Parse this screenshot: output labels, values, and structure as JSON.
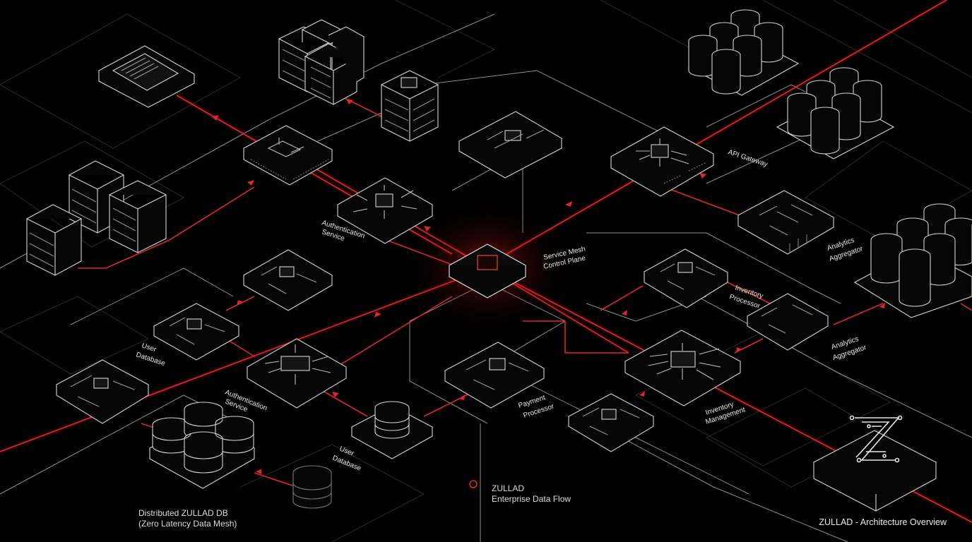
{
  "colors": {
    "background": "#000000",
    "line": "#cfcfcf",
    "accent_red": "#e0262e",
    "glow": "#ff2a2a"
  },
  "labels": {
    "api_gateway": "API Gateway",
    "service_mesh_line1": "Service Mesh",
    "service_mesh_line2": "Control Plane",
    "auth_top_line1": "Authentication",
    "auth_top_line2": "Service",
    "auth_bottom_line1": "Authentication",
    "auth_bottom_line2": "Service",
    "user_db_left_line1": "User",
    "user_db_left_line2": "Database",
    "user_db_bottom_line1": "User",
    "user_db_bottom_line2": "Database",
    "payment_line1": "Payment",
    "payment_line2": "Processor",
    "inventory_top_line1": "Inventory",
    "inventory_top_line2": "Processor",
    "inventory_bottom_line1": "Inventory",
    "inventory_bottom_line2": "Management",
    "analytics_top_line1": "Analytics",
    "analytics_top_line2": "Aggregator",
    "analytics_bottom_line1": "Analytics",
    "analytics_bottom_line2": "Aggregator"
  },
  "captions": {
    "data_flow_line1": "ZULLAD",
    "data_flow_line2": "Enterprise Data Flow",
    "db_line1": "Distributed ZULLAD DB",
    "db_line2": "(Zero Latency Data Mesh)",
    "overview": "ZULLAD - Architecture Overview"
  },
  "logo": {
    "icon": "zullad-z-logo",
    "letter": "Z"
  }
}
